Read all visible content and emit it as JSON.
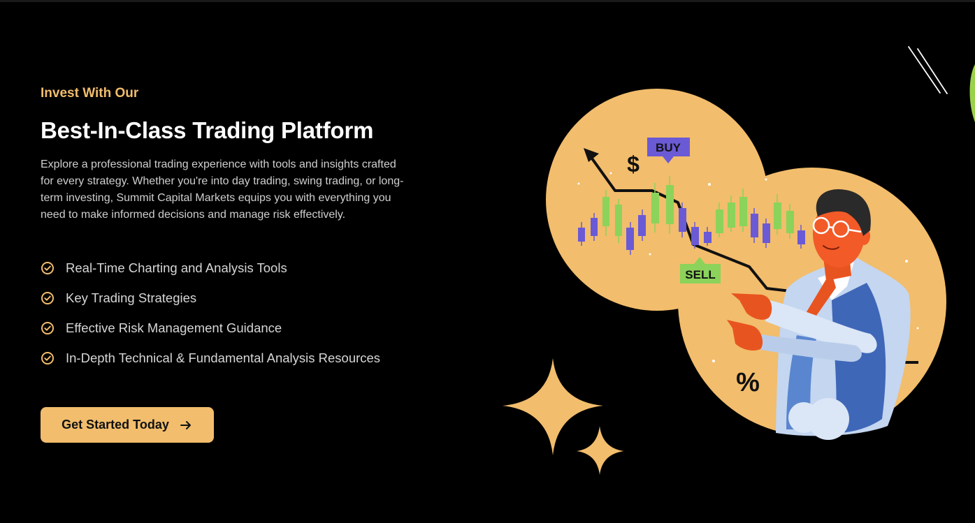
{
  "hero": {
    "eyebrow": "Invest With Our",
    "title": "Best-In-Class Trading Platform",
    "description": "Explore a professional trading experience with tools and insights crafted for every strategy. Whether you're into day trading, swing trading, or long-term investing, Summit Capital Markets equips you with everything you need to make informed decisions and manage risk effectively.",
    "features": [
      {
        "label": "Real-Time Charting and Analysis Tools",
        "icon": "check-circle-icon"
      },
      {
        "label": "Key Trading Strategies",
        "icon": "check-circle-icon"
      },
      {
        "label": "Effective Risk Management Guidance",
        "icon": "check-circle-icon"
      },
      {
        "label": "In-Depth Technical & Fundamental Analysis Resources",
        "icon": "check-circle-icon"
      }
    ],
    "cta_label": "Get Started Today",
    "cta_icon": "arrow-right-icon"
  },
  "illustration": {
    "buy_label": "BUY",
    "sell_label": "SELL",
    "dollar_symbol": "$",
    "percent_symbol": "%"
  },
  "colors": {
    "background": "#000000",
    "accent": "#f2bd6c",
    "text": "#ffffff",
    "muted_text": "#cfcfcf",
    "bullish_candle": "#8bd35a",
    "bearish_candle": "#6a5ad6"
  }
}
